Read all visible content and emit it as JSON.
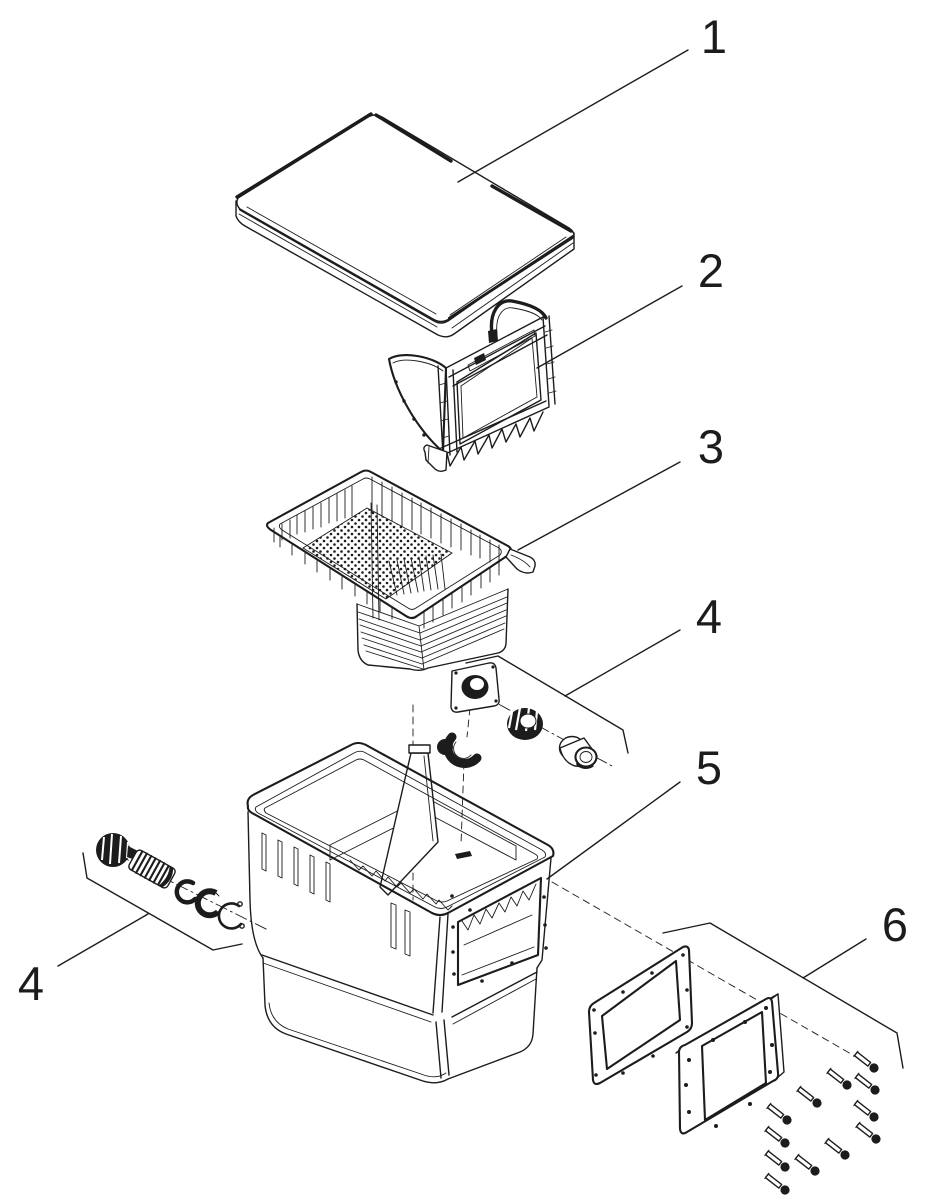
{
  "figure": {
    "type": "exploded-parts-diagram",
    "background": "#ffffff",
    "line_color": "#1c1c1c"
  },
  "callouts": [
    {
      "label": "1"
    },
    {
      "label": "2"
    },
    {
      "label": "3"
    },
    {
      "label": "4"
    },
    {
      "label": "5"
    },
    {
      "label": "6"
    },
    {
      "label": "4"
    }
  ]
}
